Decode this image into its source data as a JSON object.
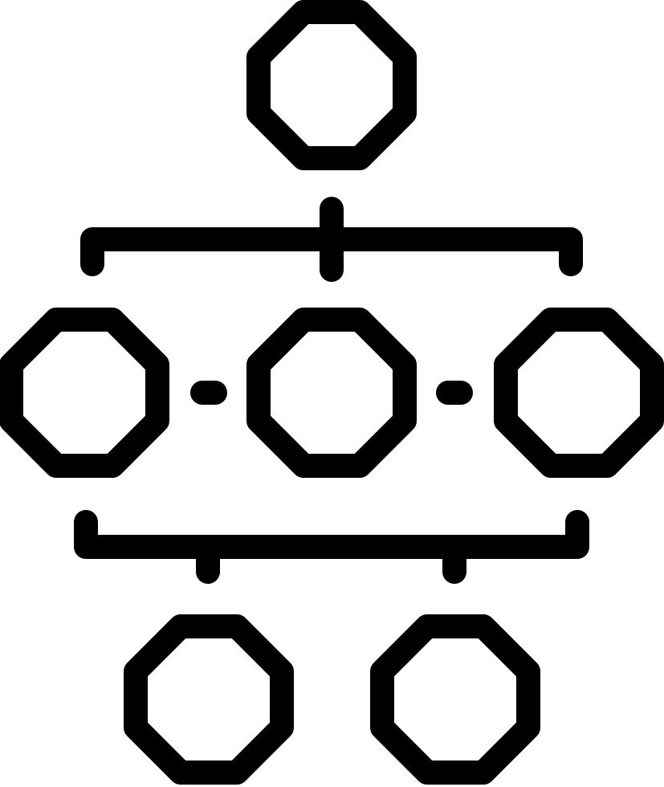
{
  "diagram": {
    "type": "hierarchy-flow-icon",
    "style": "line-art",
    "colors": {
      "stroke": "#000000",
      "background": "#ffffff"
    },
    "node_shape": "octagon",
    "levels": [
      {
        "name": "top",
        "node_count": 1
      },
      {
        "name": "middle",
        "node_count": 3
      },
      {
        "name": "bottom",
        "node_count": 2
      }
    ]
  }
}
